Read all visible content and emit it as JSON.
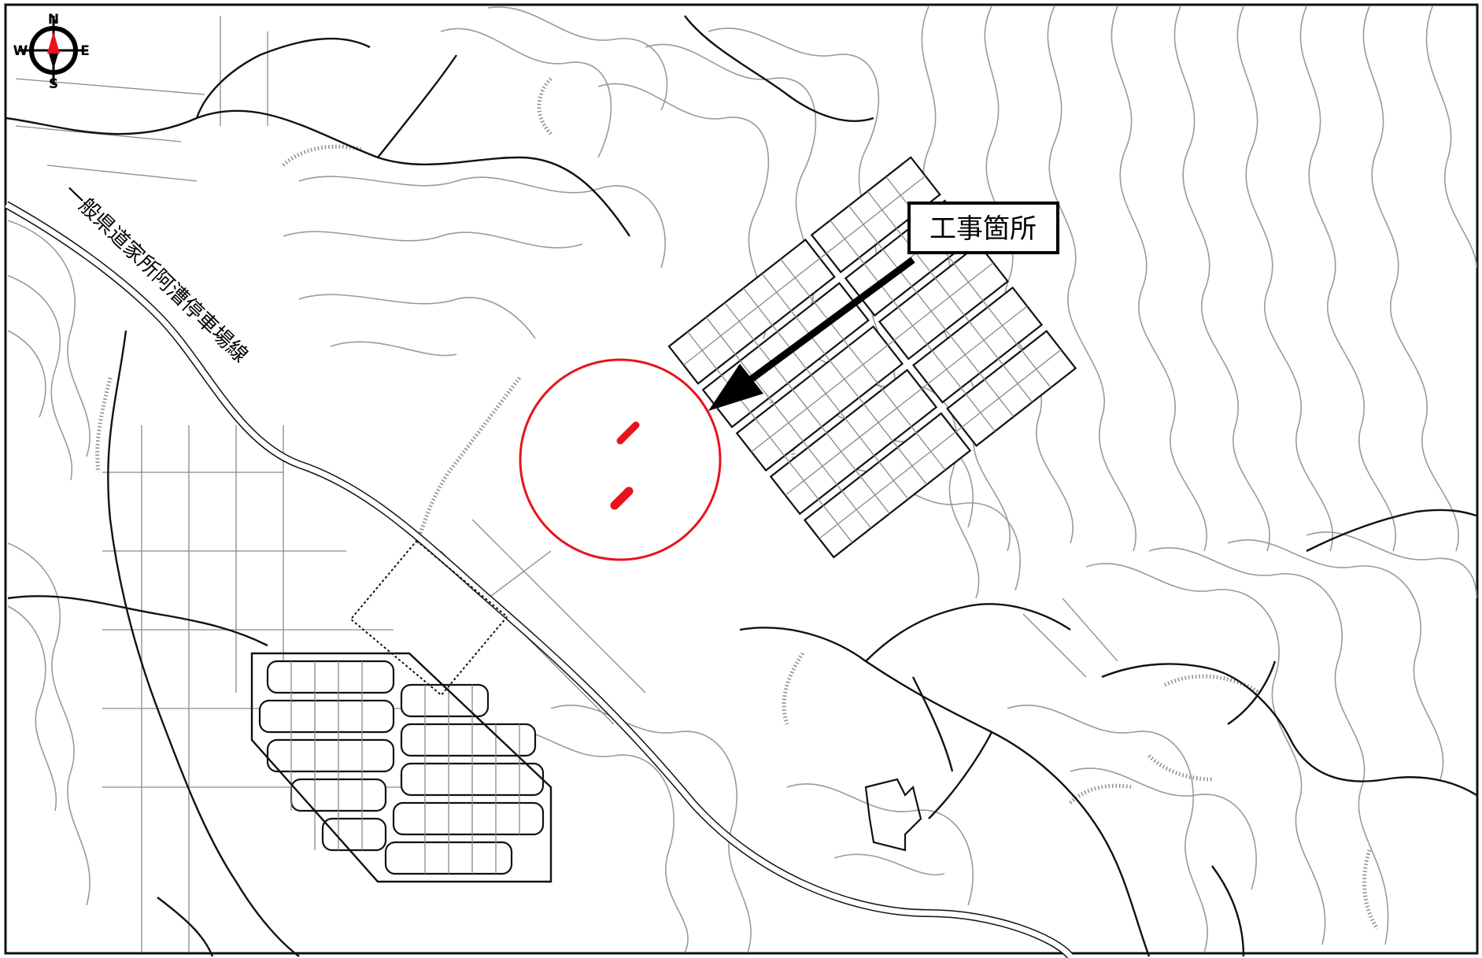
{
  "map": {
    "road_label": "一般県道家所阿漕停車場線",
    "site_label": "工事箇所",
    "compass": {
      "north": "N",
      "south": "S",
      "east": "E",
      "west": "W"
    },
    "colors": {
      "highlight": "#e8131b",
      "line": "#111111",
      "contour": "#9a9a9a",
      "background": "#ffffff"
    }
  }
}
